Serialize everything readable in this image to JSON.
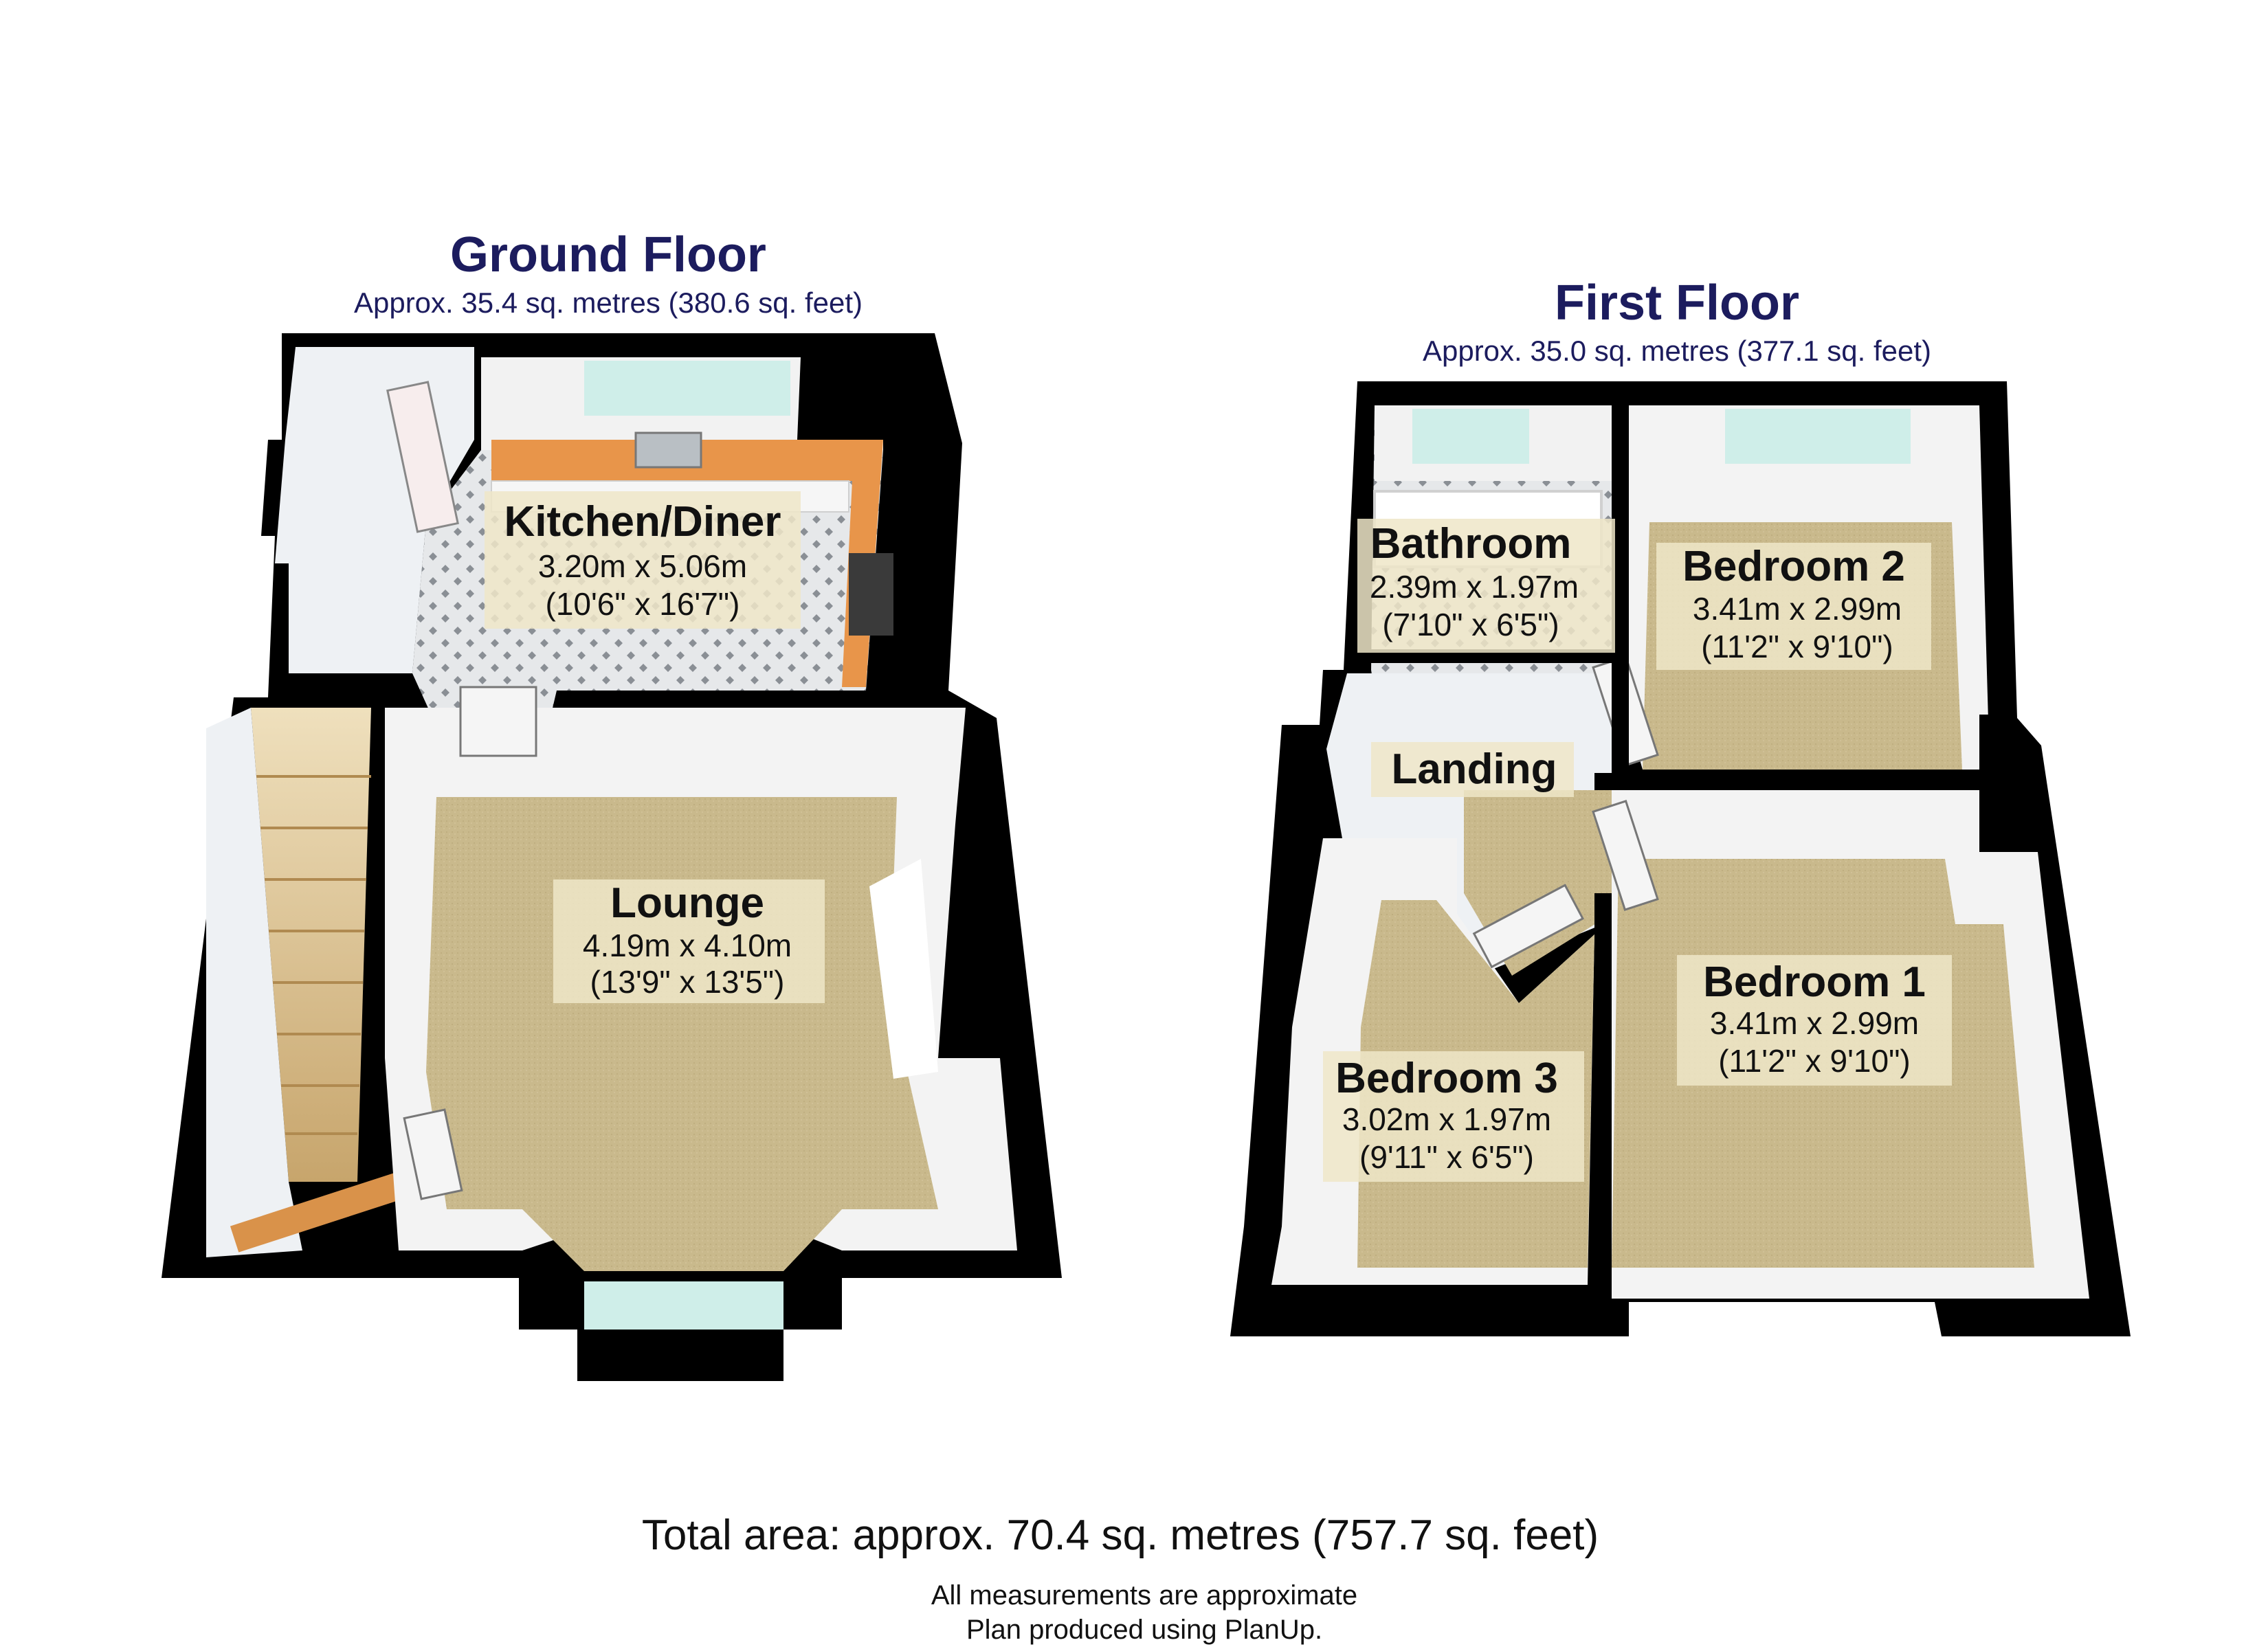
{
  "ground_floor": {
    "title": "Ground Floor",
    "area": "Approx. 35.4 sq. metres (380.6 sq. feet)",
    "rooms": {
      "kitchen": {
        "name": "Kitchen/Diner",
        "metric": "3.20m x 5.06m",
        "imperial": "(10'6\" x 16'7\")"
      },
      "lounge": {
        "name": "Lounge",
        "metric": "4.19m x 4.10m",
        "imperial": "(13'9\" x 13'5\")"
      }
    }
  },
  "first_floor": {
    "title": "First Floor",
    "area": "Approx. 35.0 sq. metres (377.1 sq. feet)",
    "rooms": {
      "bathroom": {
        "name": "Bathroom",
        "metric": "2.39m x 1.97m",
        "imperial": "(7'10\" x 6'5\")"
      },
      "bedroom2": {
        "name": "Bedroom 2",
        "metric": "3.41m x 2.99m",
        "imperial": "(11'2\" x 9'10\")"
      },
      "landing": {
        "name": "Landing"
      },
      "bedroom1": {
        "name": "Bedroom 1",
        "metric": "3.41m x 2.99m",
        "imperial": "(11'2\" x 9'10\")"
      },
      "bedroom3": {
        "name": "Bedroom 3",
        "metric": "3.02m x 1.97m",
        "imperial": "(9'11\" x 6'5\")"
      }
    }
  },
  "footer": {
    "total": "Total area: approx. 70.4 sq. metres (757.7 sq. feet)",
    "note1": "All measurements are approximate",
    "note2": "Plan produced using PlanUp."
  },
  "colors": {
    "wall": "#000000",
    "carpet": "#c9b98c",
    "floor_tile": "#e6e8ea",
    "worktop": "#e8954a",
    "title": "#1c1c5e",
    "window": "#cfeee9"
  }
}
